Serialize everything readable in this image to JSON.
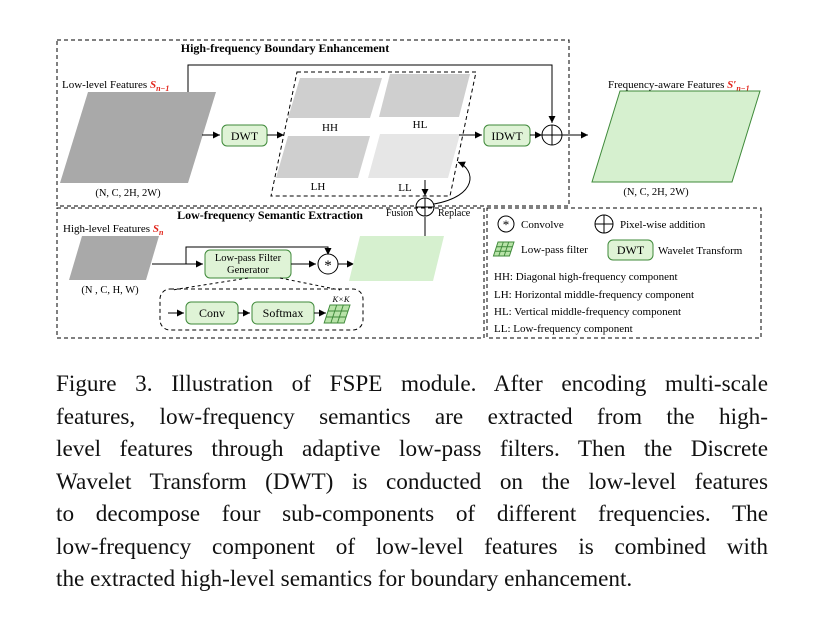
{
  "figure": {
    "hf_title": "High-frequency Boundary Enhancement",
    "lf_title": "Low-frequency Semantic Extraction",
    "low_level_label": "Low-level Features ",
    "low_level_symbol": "S",
    "low_level_sub": "n−1",
    "low_level_dims": "(N, C, 2H, 2W)",
    "dwt_label": "DWT",
    "idwt_label": "IDWT",
    "hh_label": "HH",
    "hl_label": "HL",
    "lh_label": "LH",
    "ll_label": "LL",
    "freq_aware_label": "Frequency-aware Features ",
    "freq_aware_symbol": "S′",
    "freq_aware_sub": "n−1",
    "freq_aware_dims": "(N, C, 2H, 2W)",
    "fusion_label": "Fusion",
    "replace_label": "Replace",
    "high_level_label": "High-level Features ",
    "high_level_symbol": "S",
    "high_level_sub": "n",
    "high_level_dims": "(N , C, H, W)",
    "lpf_gen_line1": "Low-pass Filter",
    "lpf_gen_line2": "Generator",
    "conv_label": "Conv",
    "softmax_label": "Softmax",
    "kernel_label": "K×K"
  },
  "legend": {
    "convolve": "Convolve",
    "pixelwise": "Pixel-wise addition",
    "lowpass": "Low-pass filter",
    "dwt_box": "DWT",
    "wavelet": "Wavelet Transform",
    "hh": "HH: Diagonal high-frequency component",
    "lh": "LH: Horizontal middle-frequency component",
    "hl": "HL: Vertical middle-frequency component",
    "ll": "LL:  Low-frequency component"
  },
  "colors": {
    "gray_dark": "#a9a9a9",
    "gray_light": "#cfcfcf",
    "gray_lighter": "#e6e6e6",
    "green_fill": "#d6f0cf",
    "green_box": "#dff3d6",
    "green_border": "#3f8a3a",
    "red_symbol": "#e1251b"
  },
  "caption": {
    "lines": [
      "Figure 3. Illustration of FSPE module. After encoding multi-scale",
      "features, low-frequency semantics are extracted from the high-",
      "level features through adaptive low-pass filters. Then the Discrete",
      "Wavelet Transform (DWT) is conducted on the low-level features",
      "to decompose four sub-components of different frequencies. The",
      "low-frequency component of low-level features is combined with",
      "the extracted high-level semantics for boundary enhancement."
    ]
  }
}
